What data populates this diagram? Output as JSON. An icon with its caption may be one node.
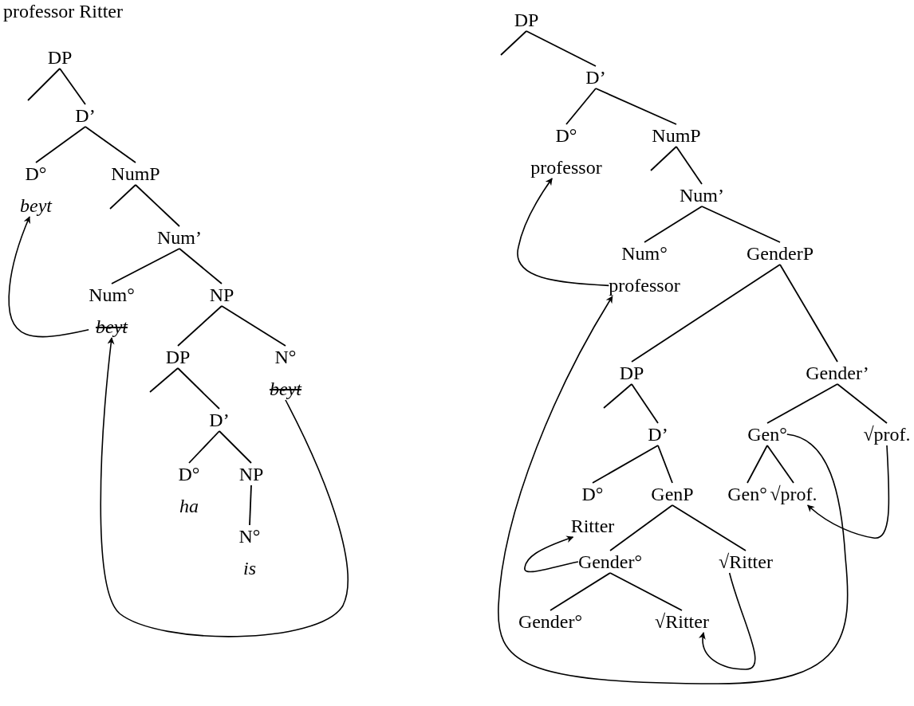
{
  "diagram": {
    "nodes": [
      {
        "text": [
          "DP"
        ]
      },
      {
        "text": [
          "D’"
        ]
      },
      {
        "text": [
          "D°",
          "beyt"
        ]
      },
      {
        "text": [
          "NumP"
        ]
      },
      {
        "text": [
          "Num’"
        ]
      },
      {
        "text": [
          "Num°",
          "beyt"
        ]
      },
      {
        "text": [
          "NP"
        ]
      },
      {
        "text": [
          "DP"
        ]
      },
      {
        "text": [
          "N°",
          "beyt"
        ]
      },
      {
        "text": [
          "D’"
        ]
      },
      {
        "text": [
          "D°",
          "ha"
        ]
      },
      {
        "text": [
          "NP"
        ]
      },
      {
        "text": [
          "N°",
          "is"
        ]
      },
      {
        "text": [
          "DP"
        ]
      },
      {
        "text": [
          "D’"
        ]
      },
      {
        "text": [
          "D°",
          "professor"
        ]
      },
      {
        "text": [
          "NumP"
        ]
      },
      {
        "text": [
          "Num’"
        ]
      },
      {
        "text": [
          "Num°",
          "professor"
        ]
      },
      {
        "text": [
          "GenderP"
        ]
      },
      {
        "text": [
          "DP"
        ]
      },
      {
        "text": [
          "Gender’"
        ]
      },
      {
        "text": [
          "D’"
        ]
      },
      {
        "text": [
          "Gen°"
        ]
      },
      {
        "text": [
          "√prof."
        ]
      },
      {
        "text": [
          "D°",
          "Ritter"
        ]
      },
      {
        "text": [
          "GenP"
        ]
      },
      {
        "text": [
          "Gen°"
        ]
      },
      {
        "text": [
          "√prof."
        ]
      },
      {
        "text": [
          "Gender°"
        ]
      },
      {
        "text": [
          "√Ritter"
        ]
      },
      {
        "text": [
          "Gender°"
        ]
      },
      {
        "text": [
          "√Ritter"
        ]
      }
    ],
    "edges": [
      {
        "from": 0,
        "to": null,
        "arrow": "none"
      },
      {
        "from": 0,
        "to": 1,
        "arrow": "none"
      },
      {
        "from": 1,
        "to": 2,
        "arrow": "none"
      },
      {
        "from": 1,
        "to": 3,
        "arrow": "none"
      },
      {
        "from": 3,
        "to": null,
        "arrow": "none"
      },
      {
        "from": 3,
        "to": 4,
        "arrow": "none"
      },
      {
        "from": 4,
        "to": 5,
        "arrow": "none"
      },
      {
        "from": 4,
        "to": 6,
        "arrow": "none"
      },
      {
        "from": 6,
        "to": 7,
        "arrow": "none"
      },
      {
        "from": 6,
        "to": 8,
        "arrow": "none"
      },
      {
        "from": 7,
        "to": null,
        "arrow": "none"
      },
      {
        "from": 7,
        "to": 9,
        "arrow": "none"
      },
      {
        "from": 9,
        "to": 10,
        "arrow": "none"
      },
      {
        "from": 9,
        "to": 11,
        "arrow": "none"
      },
      {
        "from": 11,
        "to": 12,
        "arrow": "none"
      },
      {
        "from": 5,
        "to": 2,
        "arrow": "to"
      },
      {
        "from": 8,
        "to": 5,
        "arrow": "to"
      },
      {
        "from": 13,
        "to": null,
        "arrow": "none"
      },
      {
        "from": 13,
        "to": 14,
        "arrow": "none"
      },
      {
        "from": 14,
        "to": 15,
        "arrow": "none"
      },
      {
        "from": 14,
        "to": 16,
        "arrow": "none"
      },
      {
        "from": 16,
        "to": null,
        "arrow": "none"
      },
      {
        "from": 16,
        "to": 17,
        "arrow": "none"
      },
      {
        "from": 17,
        "to": 18,
        "arrow": "none"
      },
      {
        "from": 17,
        "to": 19,
        "arrow": "none"
      },
      {
        "from": 19,
        "to": 20,
        "arrow": "none"
      },
      {
        "from": 19,
        "to": 21,
        "arrow": "none"
      },
      {
        "from": 20,
        "to": null,
        "arrow": "none"
      },
      {
        "from": 20,
        "to": 22,
        "arrow": "none"
      },
      {
        "from": 22,
        "to": 25,
        "arrow": "none"
      },
      {
        "from": 22,
        "to": 26,
        "arrow": "none"
      },
      {
        "from": 26,
        "to": 29,
        "arrow": "none"
      },
      {
        "from": 26,
        "to": 30,
        "arrow": "none"
      },
      {
        "from": 29,
        "to": 31,
        "arrow": "none"
      },
      {
        "from": 29,
        "to": 32,
        "arrow": "none"
      },
      {
        "from": 21,
        "to": 23,
        "arrow": "none"
      },
      {
        "from": 21,
        "to": 24,
        "arrow": "none"
      },
      {
        "from": 23,
        "to": 27,
        "arrow": "none"
      },
      {
        "from": 23,
        "to": 28,
        "arrow": "none"
      },
      {
        "from": 29,
        "to": 25,
        "arrow": "to"
      },
      {
        "from": 30,
        "to": 32,
        "arrow": "to"
      },
      {
        "from": 24,
        "to": 28,
        "arrow": "to"
      },
      {
        "from": 23,
        "to": 18,
        "arrow": "to"
      },
      {
        "from": 18,
        "to": 15,
        "arrow": "to"
      }
    ],
    "labels": [
      "professor Ritter"
    ]
  }
}
